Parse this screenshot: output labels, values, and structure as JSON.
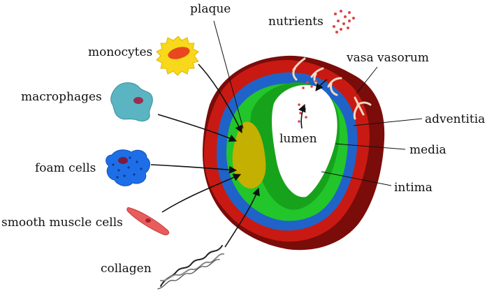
{
  "labels": {
    "plaque": "plaque",
    "nutrients": "nutrients",
    "monocytes": "monocytes",
    "vasa_vasorum": "vasa vasorum",
    "macrophages": "macrophages",
    "adventitia": "adventitia",
    "lumen": "lumen",
    "media": "media",
    "foam_cells": "foam cells",
    "intima": "intima",
    "smooth_muscle_cells": "smooth muscle cells",
    "collagen": "collagen"
  },
  "colors": {
    "adventitia_outer": "#7a0c0a",
    "adventitia": "#c81a12",
    "media": "#1f63c9",
    "intima": "#22c62a",
    "intima_shadow": "#17a21c",
    "plaque": "#c4b000",
    "monocyte": "#f7d81a",
    "monocyte_nucleus": "#e8481e",
    "macrophage": "#5bb4c2",
    "macrophage_nucleus": "#9a2f52",
    "foam_cell": "#1e6ee8",
    "foam_cell_nucleus": "#7a1c3e",
    "smooth_muscle": "#e85c5c",
    "nutrient_dot": "#d94444",
    "vasa_vasorum": "#f2d9c2"
  },
  "icons": [
    "monocyte-icon",
    "macrophage-icon",
    "foam-cell-icon",
    "smooth-muscle-cell-icon",
    "collagen-helix-icon",
    "nutrients-icon",
    "vasa-vasorum-icon"
  ]
}
